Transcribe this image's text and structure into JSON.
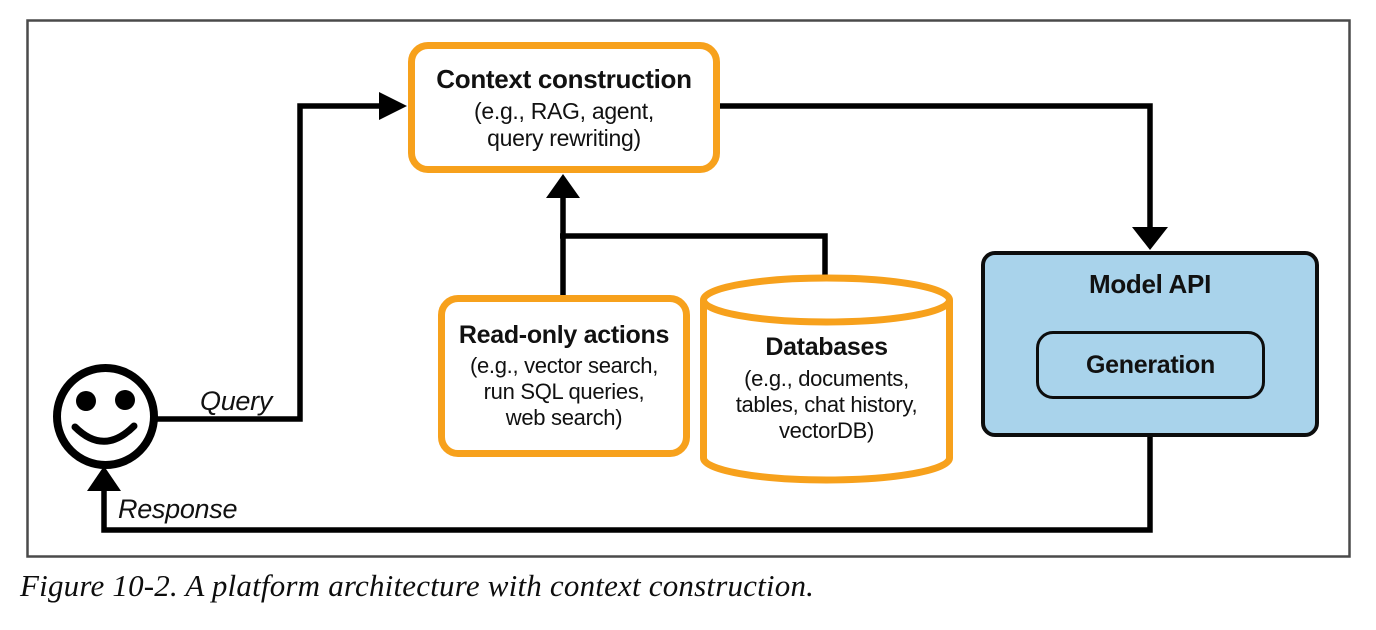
{
  "figure": {
    "caption": "Figure 10-2. A platform architecture with context construction."
  },
  "nodes": {
    "context": {
      "title": "Context construction",
      "subtitle": "(e.g., RAG, agent,\nquery rewriting)"
    },
    "readonly": {
      "title": "Read-only actions",
      "subtitle": "(e.g., vector search,\nrun SQL queries,\nweb search)"
    },
    "databases": {
      "title": "Databases",
      "subtitle": "(e.g., documents,\ntables, chat history,\nvectorDB)"
    },
    "model_api": {
      "title": "Model API",
      "generation_label": "Generation"
    }
  },
  "edges": {
    "query_label": "Query",
    "response_label": "Response"
  },
  "icons": {
    "user": "smiley-face-icon",
    "databases": "database-cylinder-icon"
  },
  "colors": {
    "accent_orange": "#F7A11C",
    "node_fill": "#FFFFFF",
    "model_fill": "#A9D3EB",
    "line_black": "#000000",
    "frame_gray": "#4A4A4A"
  }
}
